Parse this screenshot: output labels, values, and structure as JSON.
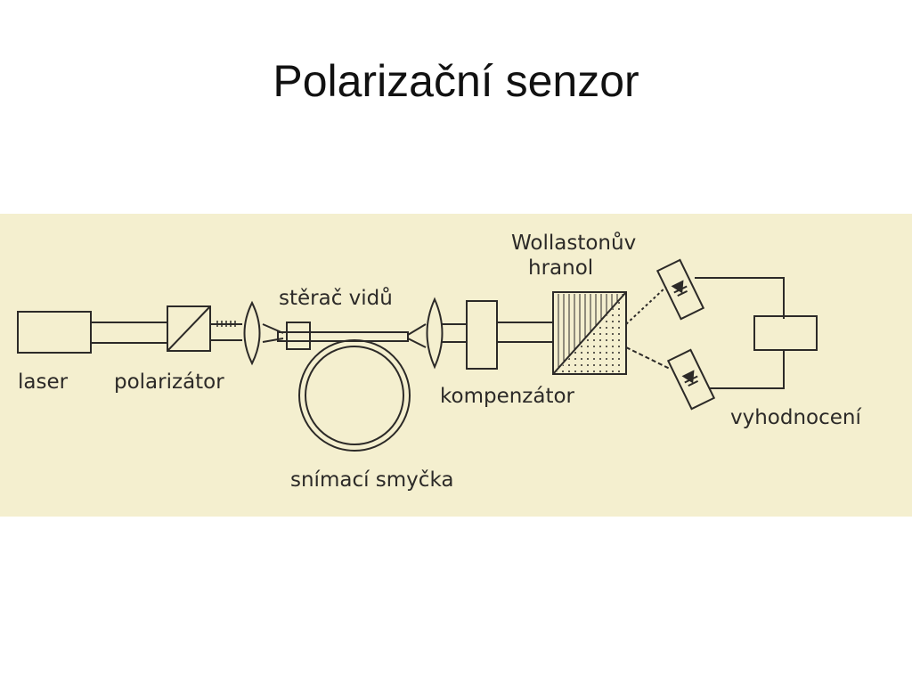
{
  "slide": {
    "title": "Polarizační senzor"
  },
  "diagram": {
    "labels": {
      "laser": "laser",
      "polarizer": "polarizátor",
      "mode_stripper": "stěrač vidů",
      "sensing_loop": "snímací smyčka",
      "compensator": "kompenzátor",
      "wollaston_line1": "Wollastonův",
      "wollaston_line2": "hranol",
      "evaluation": "vyhodnocení"
    }
  }
}
